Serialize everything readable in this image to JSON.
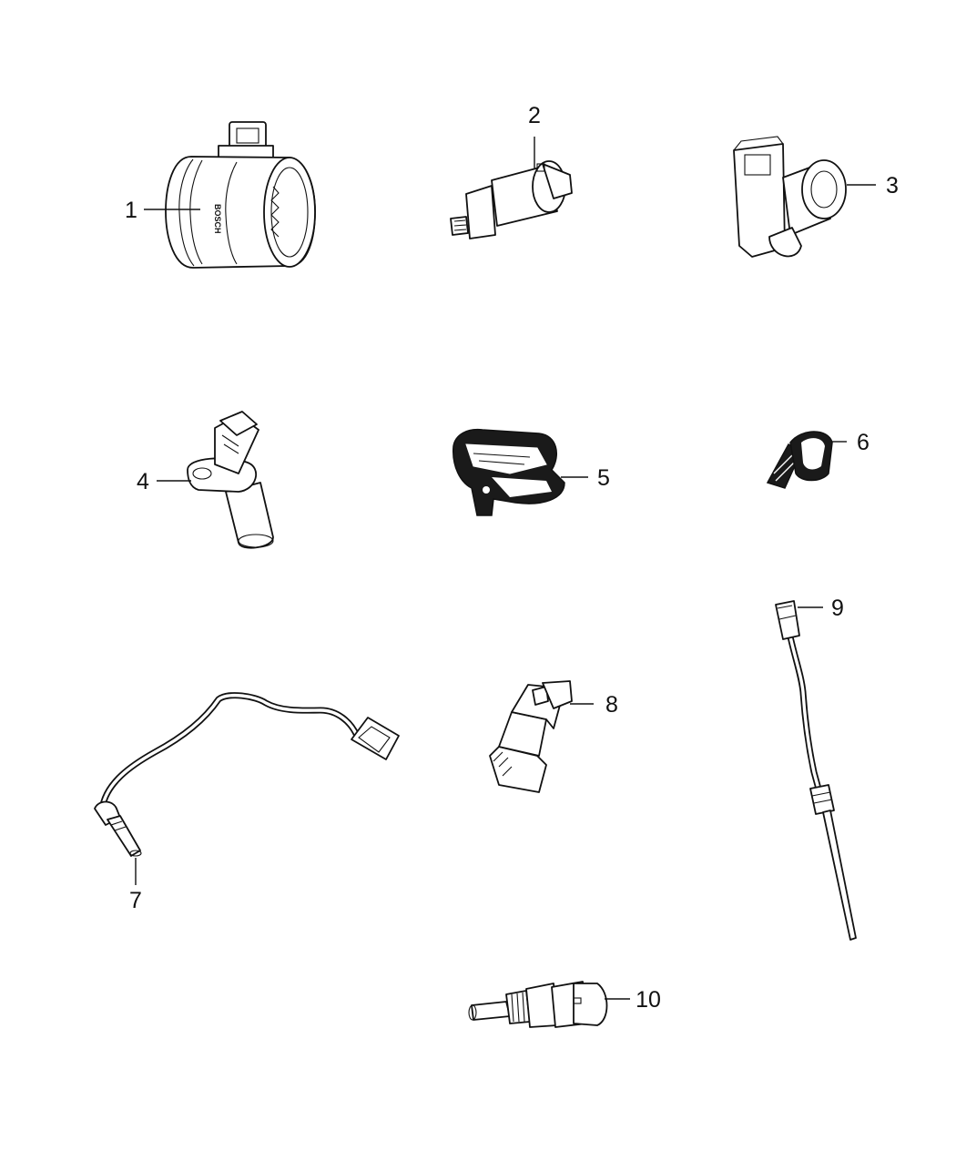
{
  "callouts": [
    {
      "id": "1",
      "label": "1"
    },
    {
      "id": "2",
      "label": "2"
    },
    {
      "id": "3",
      "label": "3"
    },
    {
      "id": "4",
      "label": "4"
    },
    {
      "id": "5",
      "label": "5"
    },
    {
      "id": "6",
      "label": "6"
    },
    {
      "id": "7",
      "label": "7"
    },
    {
      "id": "8",
      "label": "8"
    },
    {
      "id": "9",
      "label": "9"
    },
    {
      "id": "10",
      "label": "10"
    }
  ],
  "part1_logo_text": "BOSCH"
}
